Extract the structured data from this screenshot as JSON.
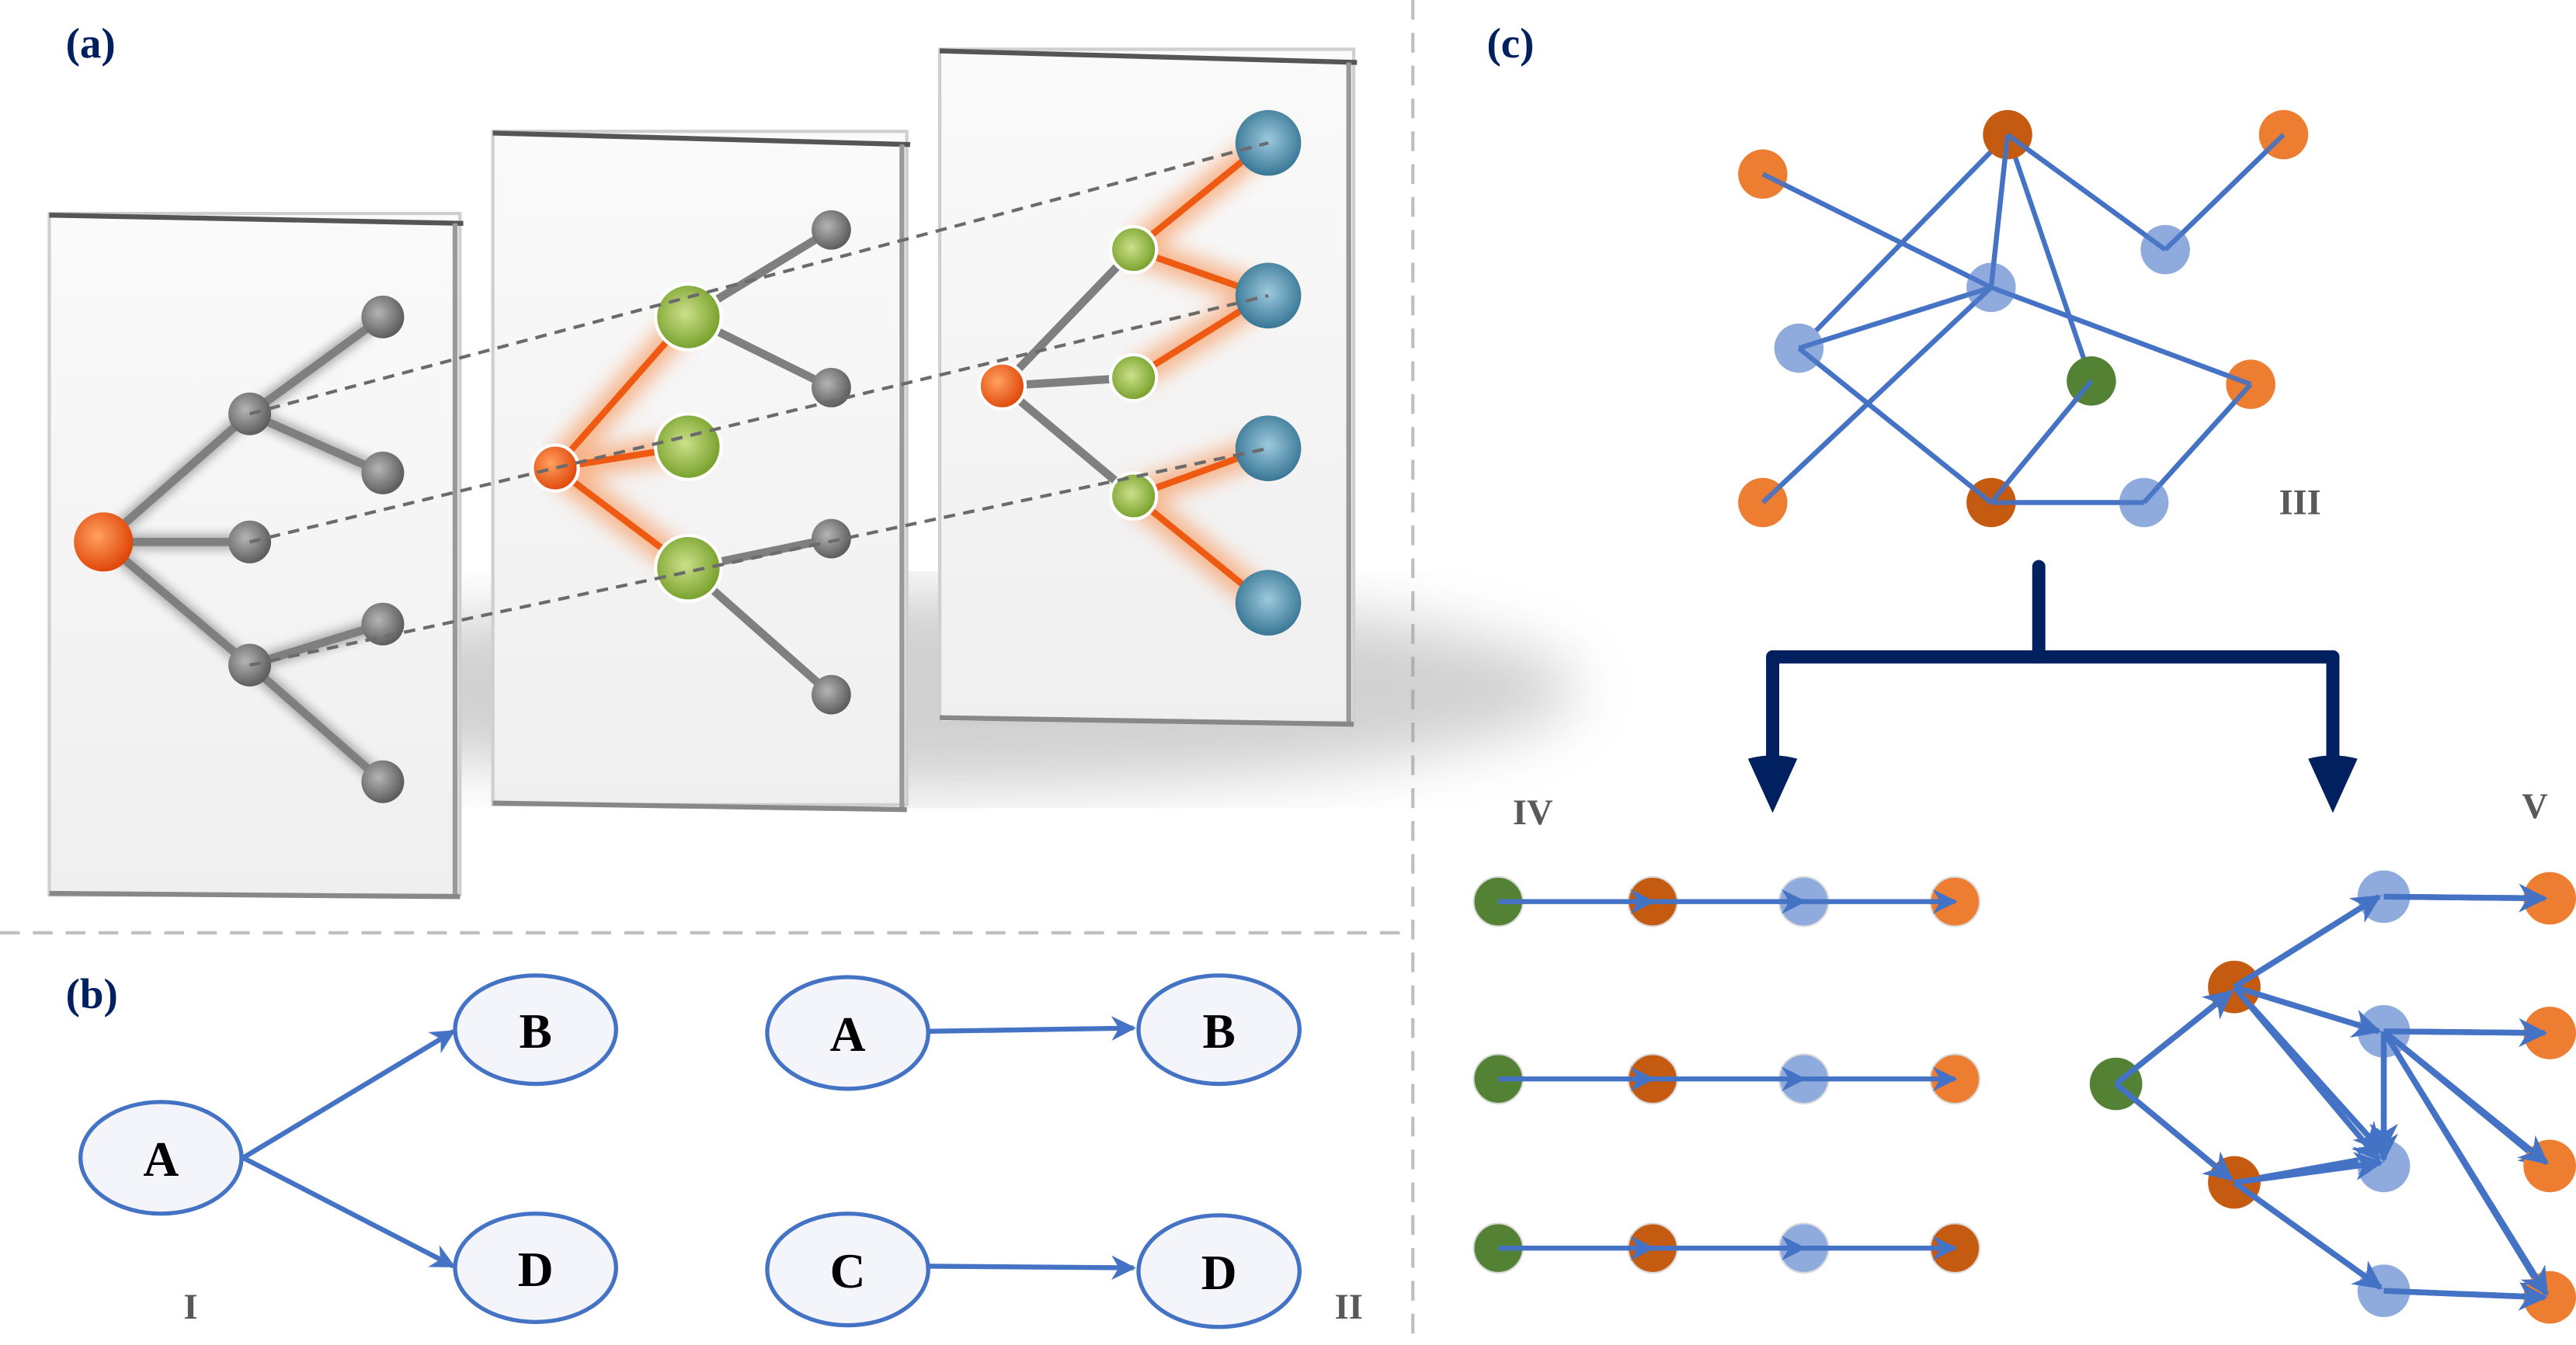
{
  "figure": {
    "panel_labels": {
      "a": "(a)",
      "b": "(b)",
      "c": "(c)"
    },
    "colors": {
      "label_navy": "#002060",
      "edge_blue": "#4472C4",
      "node_green": "#548235",
      "node_dark_orange": "#C55A11",
      "node_light_blue": "#8FAADC",
      "node_orange": "#ED7D31",
      "roman_gray": "#595959",
      "divider_gray": "#BFBFBF",
      "a_gray_node": "#7F7F7F",
      "a_orange_root": "#F05A0A",
      "a_green_node": "#8DB033",
      "a_teal_node": "#3E86A8"
    },
    "panel_a": {
      "description": "Three stacked layered tree panels with dashed correspondence lines",
      "layers": [
        {
          "name": "layer-1",
          "root": "orange",
          "children": "gray"
        },
        {
          "name": "layer-2",
          "root": "orange",
          "children": "green",
          "highlight": "orange-glow"
        },
        {
          "name": "layer-3",
          "root": "orange",
          "children": "green",
          "leaves": "teal",
          "highlight": "orange-glow"
        }
      ]
    },
    "panel_b": {
      "graph_I": {
        "label": "I",
        "nodes": [
          "A",
          "B",
          "D"
        ],
        "edges": [
          [
            "A",
            "B"
          ],
          [
            "A",
            "D"
          ]
        ]
      },
      "graph_II": {
        "label": "II",
        "nodes_top": [
          "A",
          "B"
        ],
        "nodes_bottom": [
          "C",
          "D"
        ],
        "edges": [
          [
            "A",
            "B"
          ],
          [
            "C",
            "D"
          ]
        ]
      }
    },
    "panel_c": {
      "graph_III": {
        "label": "III"
      },
      "chains_IV": {
        "label": "IV",
        "rows": [
          [
            "green",
            "dark_orange",
            "light_blue",
            "orange"
          ],
          [
            "green",
            "dark_orange",
            "light_blue",
            "orange"
          ],
          [
            "green",
            "dark_orange",
            "light_blue",
            "dark_orange"
          ]
        ]
      },
      "dag_V": {
        "label": "V"
      }
    }
  }
}
